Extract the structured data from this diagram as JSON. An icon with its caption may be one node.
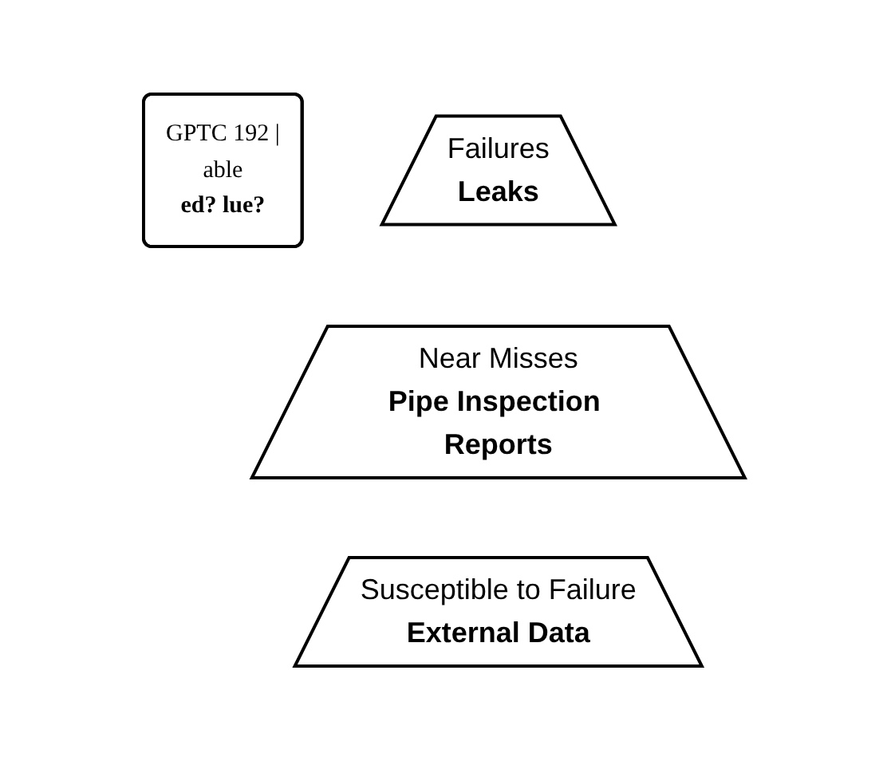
{
  "diagram": {
    "nodes": [
      {
        "text": [
          "GPTC 192 |",
          "able",
          "ed? lue?"
        ]
      },
      {
        "text": [
          "Failures",
          "Leaks"
        ]
      },
      {
        "text": [
          "Near Misses",
          "Pipe Inspection Reports"
        ]
      },
      {
        "text": [
          "Susceptible to Failure",
          "External Data"
        ]
      }
    ],
    "edges": []
  }
}
